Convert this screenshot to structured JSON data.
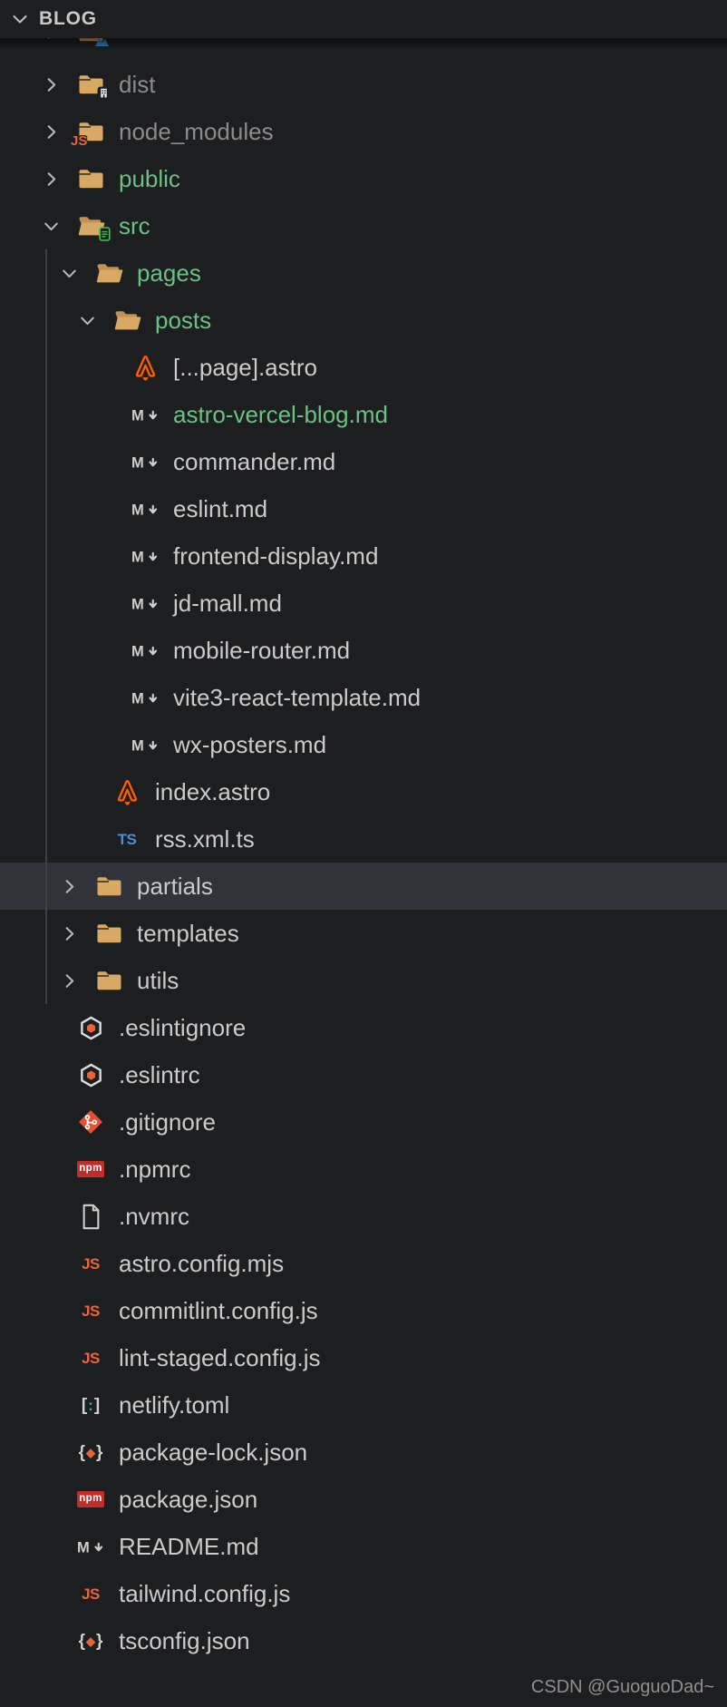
{
  "panel": {
    "title": "BLOG"
  },
  "watermark": "CSDN @GuoguoDad~",
  "colors": {
    "normal": "#cbcbcb",
    "green": "#6ac184",
    "dim": "#8b8b8b",
    "folder": "#d7a965",
    "folder_dark": "#c09354",
    "astro_orange": "#ff5d01",
    "js_orange": "#e8653a",
    "ts_blue": "#4a8fd6",
    "npm_red": "#c12e2a",
    "git_red": "#e84e31",
    "teal": "#3fae9c",
    "src_green": "#3fb950",
    "vscode_blue": "#2e77b8",
    "selected_row_bg": "#30343a"
  },
  "explorer": {
    "partial_row": {
      "label": "",
      "icon": "folder-vscode",
      "level": 1
    },
    "selected_label": "partials",
    "items": [
      {
        "label": "dist",
        "level": 1,
        "kind": "folder",
        "expanded": false,
        "icon": "folder-dist",
        "color": "dim"
      },
      {
        "label": "node_modules",
        "level": 1,
        "kind": "folder",
        "expanded": false,
        "icon": "folder-node-modules",
        "color": "dim"
      },
      {
        "label": "public",
        "level": 1,
        "kind": "folder",
        "expanded": false,
        "icon": "folder",
        "color": "green"
      },
      {
        "label": "src",
        "level": 1,
        "kind": "folder",
        "expanded": true,
        "icon": "folder-src-open",
        "color": "green"
      },
      {
        "label": "pages",
        "level": 2,
        "kind": "folder",
        "expanded": true,
        "icon": "folder-open",
        "color": "green"
      },
      {
        "label": "posts",
        "level": 3,
        "kind": "folder",
        "expanded": true,
        "icon": "folder-open",
        "color": "green"
      },
      {
        "label": "[...page].astro",
        "level": 4,
        "kind": "file",
        "icon": "astro",
        "color": "normal"
      },
      {
        "label": "astro-vercel-blog.md",
        "level": 4,
        "kind": "file",
        "icon": "markdown",
        "color": "green"
      },
      {
        "label": "commander.md",
        "level": 4,
        "kind": "file",
        "icon": "markdown",
        "color": "normal"
      },
      {
        "label": "eslint.md",
        "level": 4,
        "kind": "file",
        "icon": "markdown",
        "color": "normal"
      },
      {
        "label": "frontend-display.md",
        "level": 4,
        "kind": "file",
        "icon": "markdown",
        "color": "normal"
      },
      {
        "label": "jd-mall.md",
        "level": 4,
        "kind": "file",
        "icon": "markdown",
        "color": "normal"
      },
      {
        "label": "mobile-router.md",
        "level": 4,
        "kind": "file",
        "icon": "markdown",
        "color": "normal"
      },
      {
        "label": "vite3-react-template.md",
        "level": 4,
        "kind": "file",
        "icon": "markdown",
        "color": "normal"
      },
      {
        "label": "wx-posters.md",
        "level": 4,
        "kind": "file",
        "icon": "markdown",
        "color": "normal"
      },
      {
        "label": "index.astro",
        "level": 3,
        "kind": "file",
        "icon": "astro",
        "color": "normal"
      },
      {
        "label": "rss.xml.ts",
        "level": 3,
        "kind": "file",
        "icon": "typescript",
        "color": "normal"
      },
      {
        "label": "partials",
        "level": 2,
        "kind": "folder",
        "expanded": false,
        "icon": "folder",
        "color": "normal",
        "selected": true
      },
      {
        "label": "templates",
        "level": 2,
        "kind": "folder",
        "expanded": false,
        "icon": "folder",
        "color": "normal"
      },
      {
        "label": "utils",
        "level": 2,
        "kind": "folder",
        "expanded": false,
        "icon": "folder",
        "color": "normal"
      },
      {
        "label": ".eslintignore",
        "level": 1,
        "kind": "file",
        "icon": "eslint",
        "color": "normal"
      },
      {
        "label": ".eslintrc",
        "level": 1,
        "kind": "file",
        "icon": "eslint",
        "color": "normal"
      },
      {
        "label": ".gitignore",
        "level": 1,
        "kind": "file",
        "icon": "git",
        "color": "normal"
      },
      {
        "label": ".npmrc",
        "level": 1,
        "kind": "file",
        "icon": "npm",
        "color": "normal"
      },
      {
        "label": ".nvmrc",
        "level": 1,
        "kind": "file",
        "icon": "file",
        "color": "normal"
      },
      {
        "label": "astro.config.mjs",
        "level": 1,
        "kind": "file",
        "icon": "javascript",
        "color": "normal"
      },
      {
        "label": "commitlint.config.js",
        "level": 1,
        "kind": "file",
        "icon": "javascript",
        "color": "normal"
      },
      {
        "label": "lint-staged.config.js",
        "level": 1,
        "kind": "file",
        "icon": "javascript",
        "color": "normal"
      },
      {
        "label": "netlify.toml",
        "level": 1,
        "kind": "file",
        "icon": "toml",
        "color": "normal"
      },
      {
        "label": "package-lock.json",
        "level": 1,
        "kind": "file",
        "icon": "json",
        "color": "normal"
      },
      {
        "label": "package.json",
        "level": 1,
        "kind": "file",
        "icon": "npm",
        "color": "normal"
      },
      {
        "label": "README.md",
        "level": 1,
        "kind": "file",
        "icon": "markdown",
        "color": "normal"
      },
      {
        "label": "tailwind.config.js",
        "level": 1,
        "kind": "file",
        "icon": "javascript",
        "color": "normal"
      },
      {
        "label": "tsconfig.json",
        "level": 1,
        "kind": "file",
        "icon": "json",
        "color": "normal"
      }
    ]
  }
}
